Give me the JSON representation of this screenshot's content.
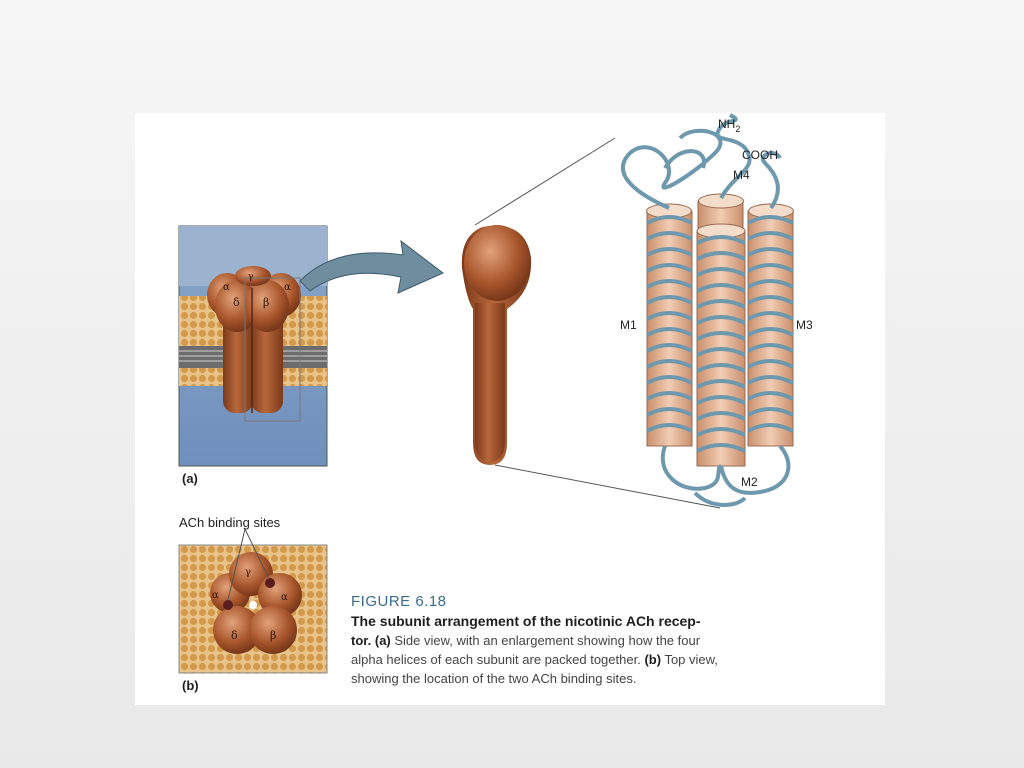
{
  "figure": {
    "number": "FIGURE 6.18",
    "title_line1": "The subunit arrangement of the nicotinic ACh recep-",
    "title_line2": "tor.",
    "panel_a_marker": "(a)",
    "panel_a_caption": " Side view, with an enlargement showing how the four",
    "caption_line3_start": "alpha helices of each subunit are packed together.",
    "panel_b_marker": "(b)",
    "panel_b_caption": " Top view,",
    "caption_line4": "showing the location of the two ACh binding sites."
  },
  "panel_a": {
    "label": "(a)",
    "subunit_labels": [
      "α",
      "δ",
      "β",
      "γ",
      "α"
    ]
  },
  "panel_b": {
    "label": "(b)",
    "binding_sites_label": "ACh binding sites",
    "subunit_labels": [
      "γ",
      "α",
      "α",
      "δ",
      "β"
    ]
  },
  "helix_view": {
    "labels": {
      "m1": "M1",
      "m2": "M2",
      "m3": "M3",
      "m4": "M4",
      "nh2": "NH",
      "nh2_sub": "2",
      "cooh": "COOH"
    }
  },
  "colors": {
    "protein": "#a8552b",
    "helix": "#6e98ad",
    "membrane_head": "#d9a85c",
    "water": "#7f9ec4"
  }
}
